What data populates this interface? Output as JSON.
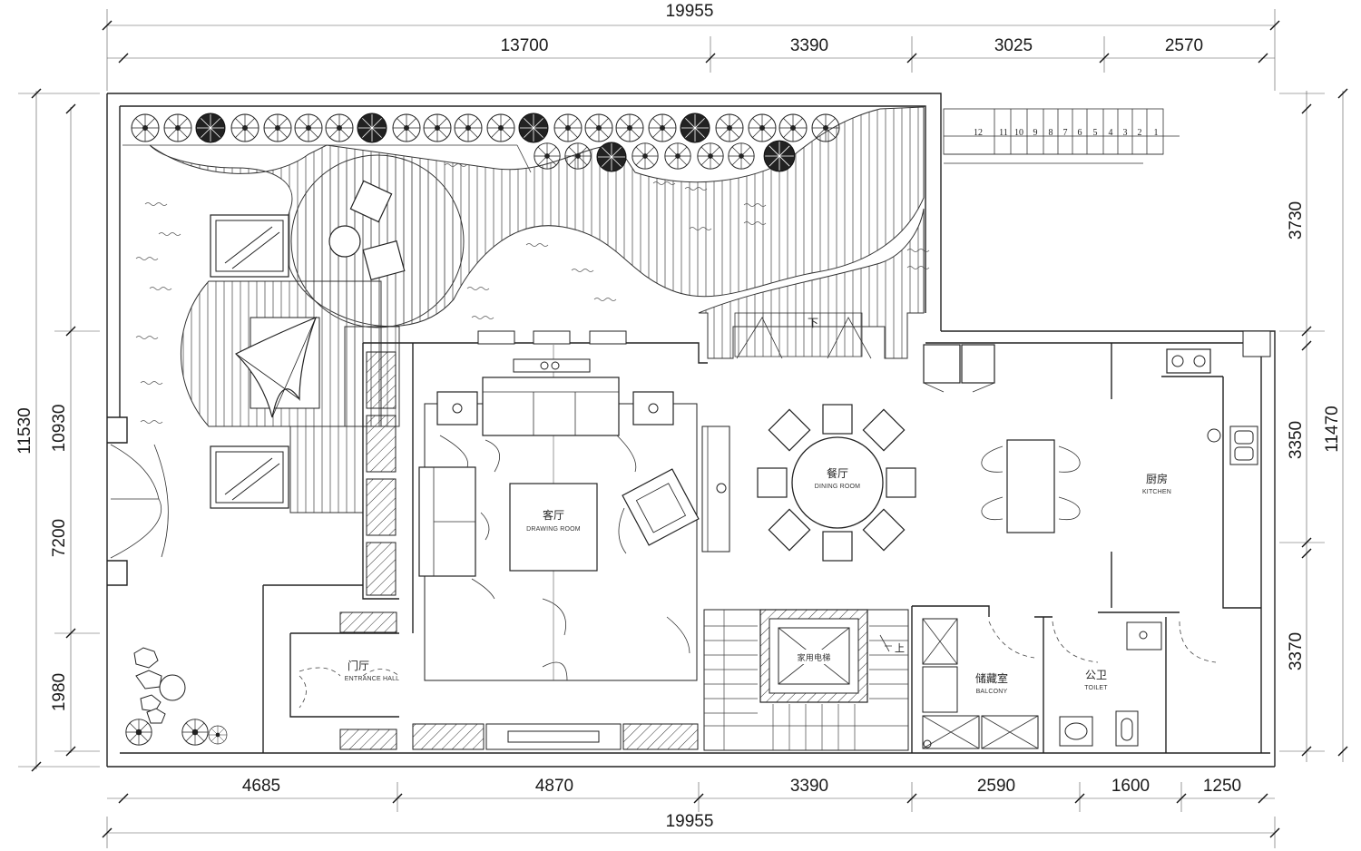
{
  "dimensions": {
    "top_total": "19955",
    "top_segments": [
      "13700",
      "3390",
      "3025",
      "2570"
    ],
    "bottom_segments": [
      "4685",
      "4870",
      "3390",
      "2590",
      "1600",
      "1250"
    ],
    "bottom_total": "19955",
    "left_outer": "11530",
    "left_inner": [
      "10930",
      "7200",
      "1980"
    ],
    "right_segments": [
      "3730",
      "3350",
      "3370"
    ],
    "right_total": "11470"
  },
  "rooms": {
    "drawing": {
      "cn": "客厅",
      "en": "DRAWING ROOM"
    },
    "dining": {
      "cn": "餐厅",
      "en": "DINING ROOM"
    },
    "kitchen": {
      "cn": "厨房",
      "en": "KITCHEN"
    },
    "entrance": {
      "cn": "门厅",
      "en": "ENTRANCE HALL"
    },
    "balcony": {
      "cn": "储藏室",
      "en": "BALCONY"
    },
    "toilet": {
      "cn": "公卫",
      "en": "TOILET"
    },
    "elevator": {
      "cn": "家用电梯"
    }
  },
  "stair_labels": {
    "down": "下",
    "up": "上",
    "steps": [
      "12",
      "11",
      "10",
      "9",
      "8",
      "7",
      "6",
      "5",
      "4",
      "3",
      "2",
      "1"
    ]
  }
}
